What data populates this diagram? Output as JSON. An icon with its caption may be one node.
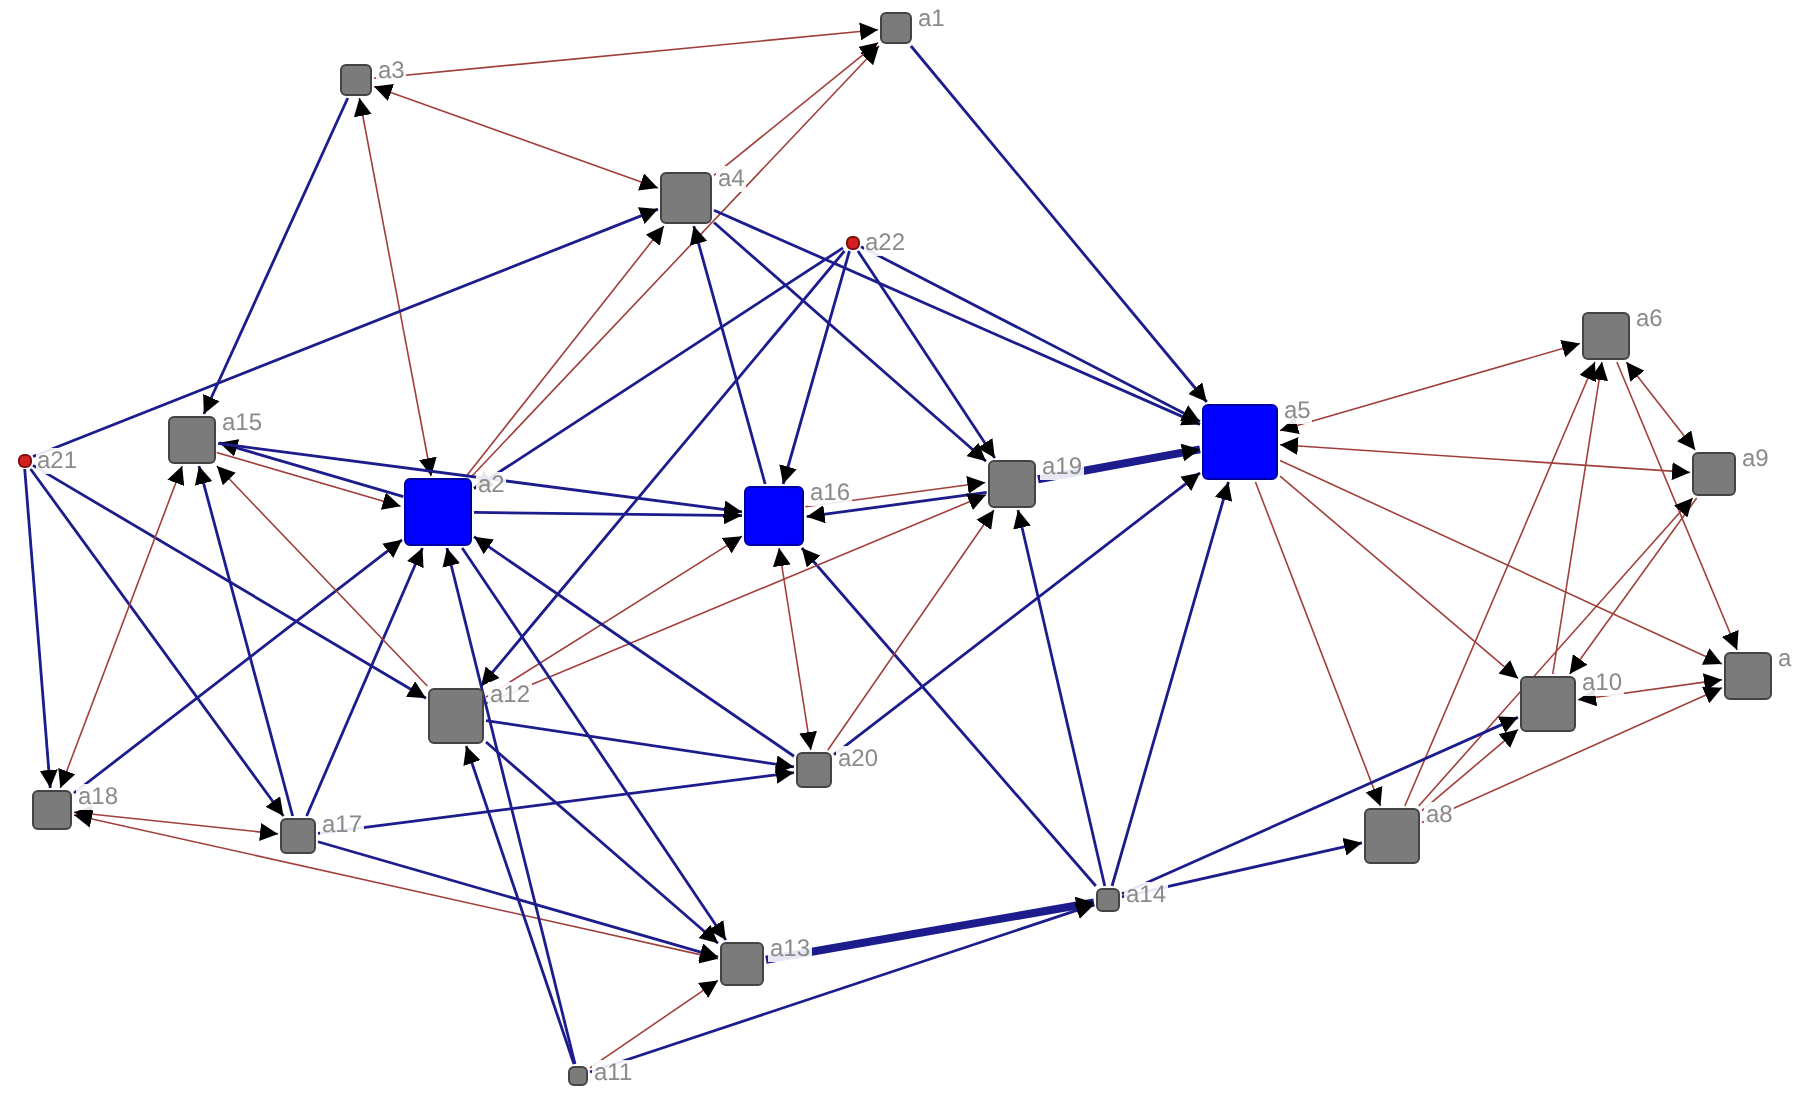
{
  "diagram": {
    "nodes": [
      {
        "text": [],
        "shape": "box",
        "beside": [
          "a1"
        ]
      },
      {
        "text": [],
        "shape": "box",
        "beside": [
          "a3"
        ]
      },
      {
        "text": [],
        "shape": "box",
        "beside": [
          "a4"
        ]
      },
      {
        "text": [],
        "shape": "box",
        "beside": [
          "a22"
        ]
      },
      {
        "text": [],
        "shape": "box",
        "beside": [
          "a6"
        ]
      },
      {
        "text": [],
        "shape": "box",
        "beside": [
          "a15"
        ]
      },
      {
        "text": [],
        "shape": "box",
        "beside": [
          "a21"
        ]
      },
      {
        "text": [],
        "shape": "box",
        "beside": [
          "a5"
        ]
      },
      {
        "text": [],
        "shape": "box",
        "beside": [
          "a9"
        ]
      },
      {
        "text": [],
        "shape": "box",
        "beside": [
          "a19"
        ]
      },
      {
        "text": [],
        "shape": "box",
        "beside": [
          "a2"
        ]
      },
      {
        "text": [],
        "shape": "box",
        "beside": [
          "a16"
        ]
      },
      {
        "text": [],
        "shape": "box",
        "beside": [
          "a"
        ]
      },
      {
        "text": [],
        "shape": "box",
        "beside": [
          "a10"
        ]
      },
      {
        "text": [],
        "shape": "box",
        "beside": [
          "a12"
        ]
      },
      {
        "text": [],
        "shape": "box",
        "beside": [
          "a20"
        ]
      },
      {
        "text": [],
        "shape": "box",
        "beside": [
          "a18"
        ]
      },
      {
        "text": [],
        "shape": "box",
        "beside": [
          "a8"
        ]
      },
      {
        "text": [],
        "shape": "box",
        "beside": [
          "a17"
        ]
      },
      {
        "text": [],
        "shape": "box",
        "beside": [
          "a14"
        ]
      },
      {
        "text": [],
        "shape": "box",
        "beside": [
          "a13"
        ]
      },
      {
        "text": [],
        "shape": "box",
        "beside": [
          "a11"
        ]
      }
    ],
    "edges": [
      {
        "from": 1,
        "to": 0,
        "arrow": "to",
        "color": "#a0403c"
      },
      {
        "from": 2,
        "to": 1,
        "arrow": "both",
        "color": "#a0403c"
      },
      {
        "from": 10,
        "to": 1,
        "arrow": "both",
        "color": "#a0403c"
      },
      {
        "from": 1,
        "to": 5,
        "arrow": "to"
      },
      {
        "from": 10,
        "to": 0,
        "arrow": "to",
        "color": "#a0403c"
      },
      {
        "from": 10,
        "to": 2,
        "arrow": "to",
        "color": "#a0403c"
      },
      {
        "from": 2,
        "to": 0,
        "arrow": "to",
        "color": "#a0403c"
      },
      {
        "from": 6,
        "to": 2,
        "arrow": "to"
      },
      {
        "from": 2,
        "to": 7,
        "arrow": "to"
      },
      {
        "from": 2,
        "to": 9,
        "arrow": "to"
      },
      {
        "from": 11,
        "to": 2,
        "arrow": "to"
      },
      {
        "from": 3,
        "to": 10,
        "arrow": "to"
      },
      {
        "from": 3,
        "to": 14,
        "arrow": "to"
      },
      {
        "from": 3,
        "to": 11,
        "arrow": "to"
      },
      {
        "from": 3,
        "to": 9,
        "arrow": "to"
      },
      {
        "from": 3,
        "to": 7,
        "arrow": "to"
      },
      {
        "from": 0,
        "to": 7,
        "arrow": "to"
      },
      {
        "from": 10,
        "to": 5,
        "arrow": "to"
      },
      {
        "from": 5,
        "to": 10,
        "arrow": "to",
        "color": "#a0403c"
      },
      {
        "from": 10,
        "to": 11,
        "arrow": "to"
      },
      {
        "from": 5,
        "to": 11,
        "arrow": "to"
      },
      {
        "from": 9,
        "to": 11,
        "arrow": "to"
      },
      {
        "from": 11,
        "to": 9,
        "arrow": "to",
        "color": "#a0403c"
      },
      {
        "from": 9,
        "to": 7,
        "arrow": "to",
        "style": "thick"
      },
      {
        "from": 7,
        "to": 4,
        "arrow": "both",
        "color": "#a0403c"
      },
      {
        "from": 8,
        "to": 7,
        "arrow": "both",
        "color": "#a0403c"
      },
      {
        "from": 7,
        "to": 12,
        "arrow": "to",
        "color": "#a0403c"
      },
      {
        "from": 7,
        "to": 13,
        "arrow": "to",
        "color": "#a0403c"
      },
      {
        "from": 7,
        "to": 17,
        "arrow": "to",
        "color": "#a0403c"
      },
      {
        "from": 13,
        "to": 4,
        "arrow": "to",
        "color": "#a0403c"
      },
      {
        "from": 17,
        "to": 4,
        "arrow": "to",
        "color": "#a0403c"
      },
      {
        "from": 4,
        "to": 8,
        "arrow": "both",
        "color": "#a0403c"
      },
      {
        "from": 4,
        "to": 12,
        "arrow": "to",
        "color": "#a0403c"
      },
      {
        "from": 8,
        "to": 13,
        "arrow": "to",
        "color": "#a0403c"
      },
      {
        "from": 17,
        "to": 8,
        "arrow": "to",
        "color": "#a0403c"
      },
      {
        "from": 12,
        "to": 13,
        "arrow": "both",
        "color": "#a0403c"
      },
      {
        "from": 17,
        "to": 12,
        "arrow": "to",
        "color": "#a0403c"
      },
      {
        "from": 17,
        "to": 13,
        "arrow": "to",
        "color": "#a0403c"
      },
      {
        "from": 19,
        "to": 13,
        "arrow": "to"
      },
      {
        "from": 19,
        "to": 17,
        "arrow": "to"
      },
      {
        "from": 19,
        "to": 7,
        "arrow": "to"
      },
      {
        "from": 19,
        "to": 9,
        "arrow": "to"
      },
      {
        "from": 19,
        "to": 11,
        "arrow": "to"
      },
      {
        "from": 20,
        "to": 19,
        "arrow": "to",
        "style": "thick"
      },
      {
        "from": 21,
        "to": 19,
        "arrow": "to"
      },
      {
        "from": 15,
        "to": 7,
        "arrow": "to"
      },
      {
        "from": 15,
        "to": 9,
        "arrow": "to",
        "color": "#a0403c"
      },
      {
        "from": 14,
        "to": 9,
        "arrow": "to",
        "color": "#a0403c"
      },
      {
        "from": 14,
        "to": 11,
        "arrow": "to",
        "color": "#a0403c"
      },
      {
        "from": 11,
        "to": 15,
        "arrow": "both",
        "color": "#a0403c"
      },
      {
        "from": 14,
        "to": 15,
        "arrow": "to"
      },
      {
        "from": 15,
        "to": 10,
        "arrow": "to"
      },
      {
        "from": 18,
        "to": 15,
        "arrow": "to"
      },
      {
        "from": 10,
        "to": 20,
        "arrow": "to"
      },
      {
        "from": 14,
        "to": 20,
        "arrow": "to"
      },
      {
        "from": 18,
        "to": 20,
        "arrow": "to"
      },
      {
        "from": 16,
        "to": 20,
        "arrow": "both",
        "color": "#a0403c"
      },
      {
        "from": 21,
        "to": 14,
        "arrow": "to"
      },
      {
        "from": 21,
        "to": 10,
        "arrow": "to"
      },
      {
        "from": 21,
        "to": 20,
        "arrow": "to",
        "color": "#a0403c"
      },
      {
        "from": 18,
        "to": 10,
        "arrow": "to"
      },
      {
        "from": 16,
        "to": 10,
        "arrow": "to"
      },
      {
        "from": 18,
        "to": 5,
        "arrow": "to"
      },
      {
        "from": 18,
        "to": 16,
        "arrow": "both",
        "color": "#a0403c"
      },
      {
        "from": 6,
        "to": 16,
        "arrow": "to"
      },
      {
        "from": 6,
        "to": 18,
        "arrow": "to"
      },
      {
        "from": 6,
        "to": 14,
        "arrow": "to"
      },
      {
        "from": 5,
        "to": 16,
        "arrow": "both",
        "color": "#a0403c"
      },
      {
        "from": 14,
        "to": 5,
        "arrow": "to",
        "color": "#a0403c"
      }
    ]
  }
}
